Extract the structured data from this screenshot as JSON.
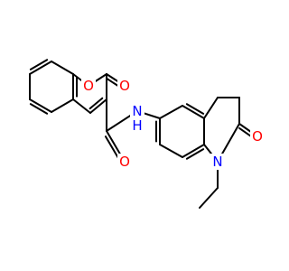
{
  "molecule": {
    "atoms": {
      "O_ring": "O",
      "O_lactone": "O",
      "N_amide": "N",
      "H_amide": "H",
      "O_amide": "O",
      "N_quin": "N",
      "O_quin": "O"
    },
    "colors": {
      "bond": "#000000",
      "oxygen": "#ff0000",
      "nitrogen": "#0000ff"
    }
  }
}
